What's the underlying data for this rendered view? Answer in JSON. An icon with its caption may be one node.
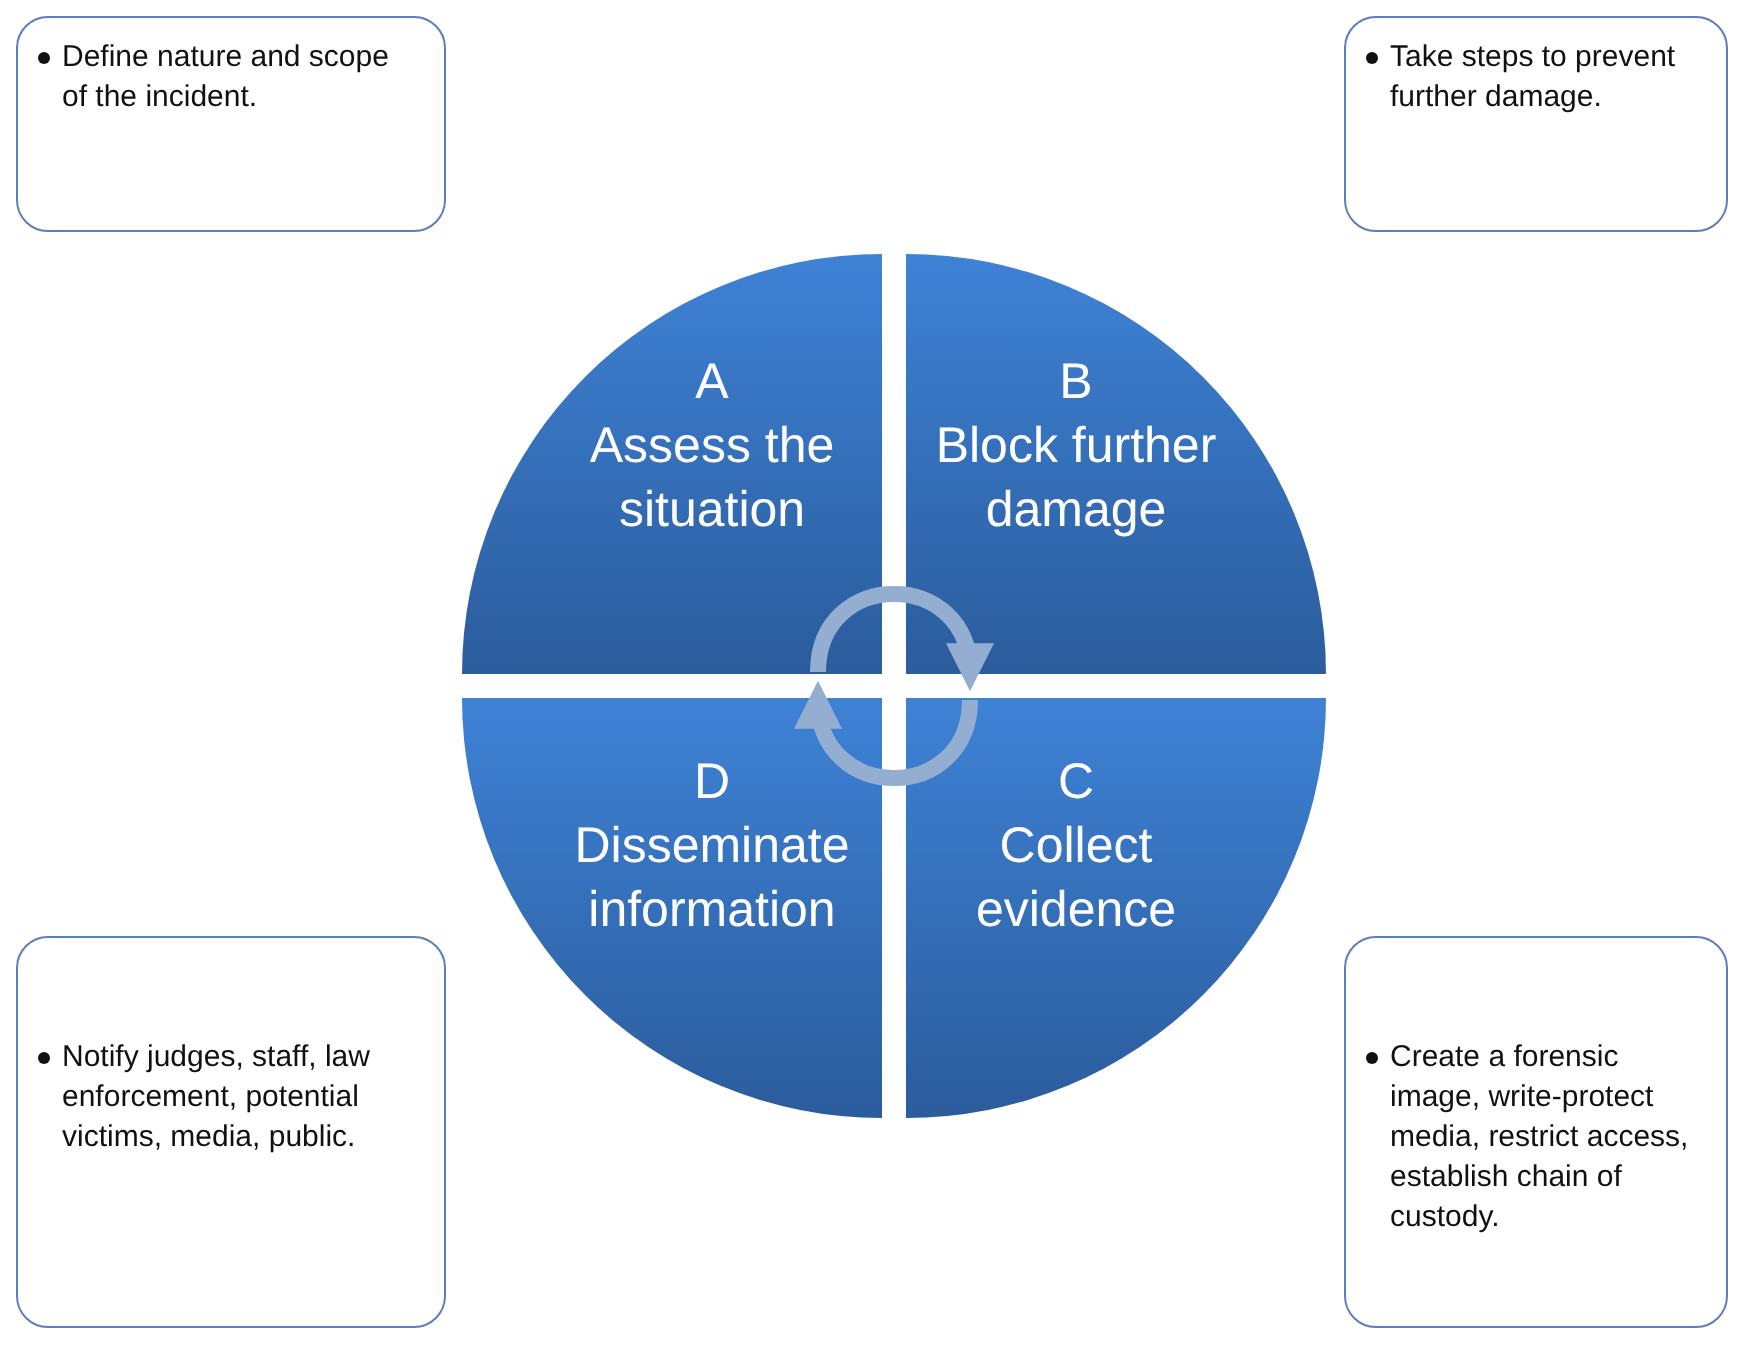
{
  "diagram": {
    "nodes": [
      {
        "text": [
          "Define nature and scope of the incident."
        ]
      },
      {
        "text": [
          "Take steps to prevent further damage."
        ]
      },
      {
        "text": [
          "A",
          "Assess the situation"
        ]
      },
      {
        "text": [
          "B",
          "Block further damage"
        ]
      },
      {
        "text": [
          "D",
          "Disseminate information"
        ]
      },
      {
        "text": [
          "C",
          "Collect evidence"
        ]
      },
      {
        "text": [
          "Notify judges, staff, law enforcement, potential victims, media, public."
        ]
      },
      {
        "text": [
          "Create a forensic image, write-protect media, restrict access, establish chain of custody."
        ]
      }
    ],
    "edges": [
      {
        "from": 2,
        "to": 3,
        "arrow": "to"
      },
      {
        "from": 5,
        "to": 4,
        "arrow": "to"
      }
    ]
  }
}
